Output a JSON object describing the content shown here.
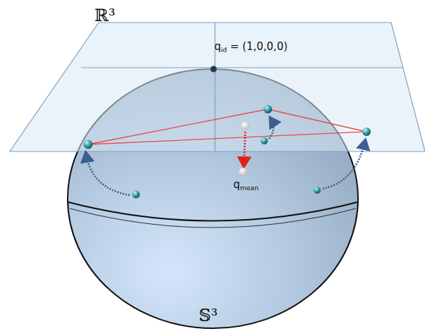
{
  "diagram": {
    "labels": [
      "ℝ³",
      "q",
      "id",
      "= (1,0,0,0)",
      "q",
      "mean",
      "𝕊³"
    ]
  }
}
